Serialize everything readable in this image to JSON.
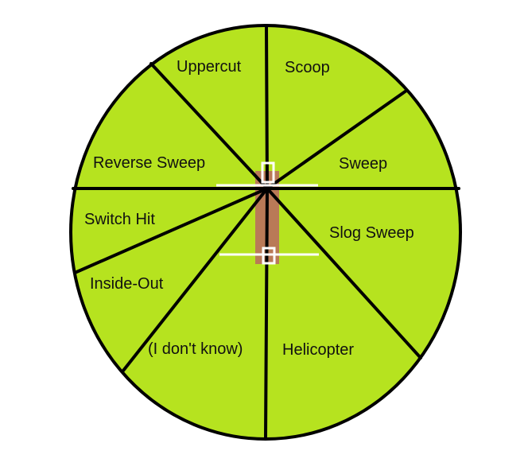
{
  "wheel": {
    "fill_color": "#b6e31f",
    "line_color": "#000000",
    "pitch_color": "#b97a57",
    "crease_color": "#ffffff",
    "segments": [
      {
        "label": "Uppercut"
      },
      {
        "label": "Scoop"
      },
      {
        "label": "Reverse Sweep"
      },
      {
        "label": "Sweep"
      },
      {
        "label": "Switch Hit"
      },
      {
        "label": "Slog Sweep"
      },
      {
        "label": "Inside-Out"
      },
      {
        "label": "(I don't know)"
      },
      {
        "label": "Helicopter"
      }
    ]
  }
}
